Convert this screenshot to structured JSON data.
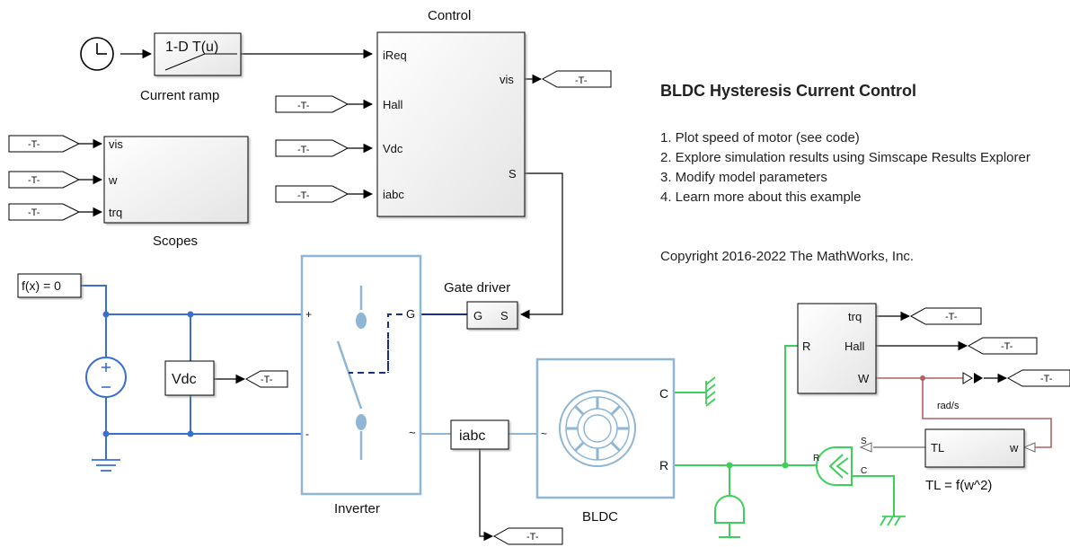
{
  "annotation": {
    "title": "BLDC Hysteresis Current Control",
    "steps": [
      "1. Plot speed of motor (see code)",
      "2. Explore simulation results using Simscape Results Explorer",
      "3. Modify model parameters",
      "4. Learn more about this example"
    ],
    "copyright": "Copyright 2016-2022 The MathWorks, Inc."
  },
  "blocks": {
    "lookup_table": {
      "label": "1-D T(u)",
      "caption": "Current ramp"
    },
    "control": {
      "title": "Control",
      "ports_in": [
        "iReq",
        "Hall",
        "Vdc",
        "iabc"
      ],
      "ports_out": [
        "vis",
        "S"
      ]
    },
    "scopes": {
      "caption": "Scopes",
      "ports_in": [
        "vis",
        "w",
        "trq"
      ]
    },
    "solver": {
      "label": "f(x) = 0"
    },
    "gate_driver": {
      "caption": "Gate driver",
      "port_g": "G",
      "port_s": "S"
    },
    "vdc_sensor": {
      "label": "Vdc"
    },
    "inverter": {
      "caption": "Inverter",
      "port_g": "G",
      "port_tilde": "~"
    },
    "iabc_sensor": {
      "label": "iabc"
    },
    "bldc": {
      "caption": "BLDC",
      "port_c": "C",
      "port_r": "R",
      "port_tilde": "~"
    },
    "motor_sensor": {
      "port_r": "R",
      "ports_out": [
        "trq",
        "Hall",
        "W"
      ]
    },
    "load": {
      "label": "TL",
      "port_w": "w",
      "caption": "TL = f(w^2)"
    },
    "torque_source": {
      "port_r": "R",
      "port_s": "S",
      "port_c": "C"
    },
    "signal_label": "rad/s"
  },
  "tags": {
    "label": "-T-"
  },
  "colors": {
    "accent_blue": "#3a6fd0",
    "block_blue": "#8fb6d4",
    "physical_green": "#3ccf5a",
    "signal_red": "#b06060"
  }
}
